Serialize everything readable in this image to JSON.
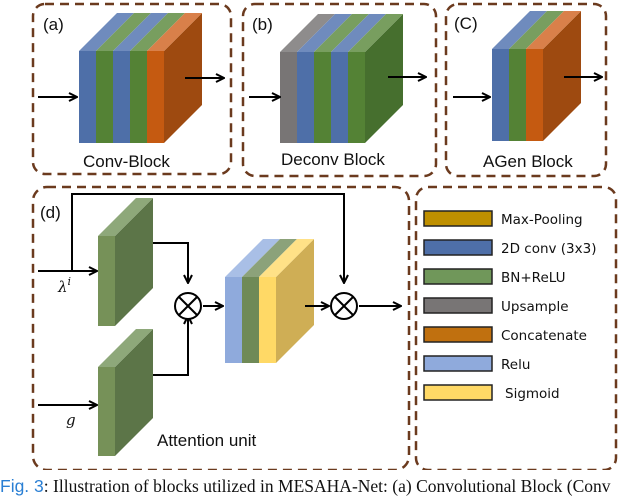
{
  "colors": {
    "frame": "#6b3a1e",
    "conv_blue": "#4e6fa8",
    "bn_green": "#548235",
    "bn_green_light": "#7a9a5e",
    "upsample_gray": "#787575",
    "concat_orange": "#c55a11",
    "concat_orange_side": "#9e4a10",
    "relu_lightblue": "#8faadc",
    "sigmoid_yellow": "#ffd966",
    "maxpool_gold": "#bf9000",
    "attention_side_gold": "#cfae55",
    "arrow": "#000000"
  },
  "panels": {
    "a": {
      "tag": "(a)",
      "title": "Conv-Block",
      "layers": [
        "conv",
        "bn",
        "conv",
        "bn",
        "concat"
      ]
    },
    "b": {
      "tag": "(b)",
      "title": "Deconv Block",
      "layers": [
        "upsample",
        "conv",
        "bn",
        "conv",
        "bn"
      ]
    },
    "c": {
      "tag": "(C)",
      "title": "AGen Block",
      "layers": [
        "conv",
        "bn",
        "concat"
      ]
    },
    "d": {
      "tag": "(d)",
      "title": "Attention unit",
      "input_top_label": "λ",
      "input_top_superscript": "i",
      "input_bottom_label": "g",
      "multiply_symbol": "⊗",
      "attention_layers": [
        "relu",
        "bn",
        "sigmoid"
      ]
    }
  },
  "legend": {
    "items": [
      {
        "label": "Max-Pooling",
        "color": "#bf9000"
      },
      {
        "label": "2D conv (3x3)",
        "color": "#4e6fa8"
      },
      {
        "label": "BN+ReLU",
        "color": "#70975a"
      },
      {
        "label": "Upsample",
        "color": "#787575"
      },
      {
        "label": "Concatenate",
        "color": "#c0700f"
      },
      {
        "label": "Relu",
        "color": "#8faadc"
      },
      {
        "label": "Sigmoid",
        "color": "#ffd966"
      }
    ]
  },
  "caption": {
    "fig_label": "Fig. 3",
    "text": ": Illustration of blocks utilized in MESAHA-Net: (a) Convolutional Block (Conv"
  }
}
